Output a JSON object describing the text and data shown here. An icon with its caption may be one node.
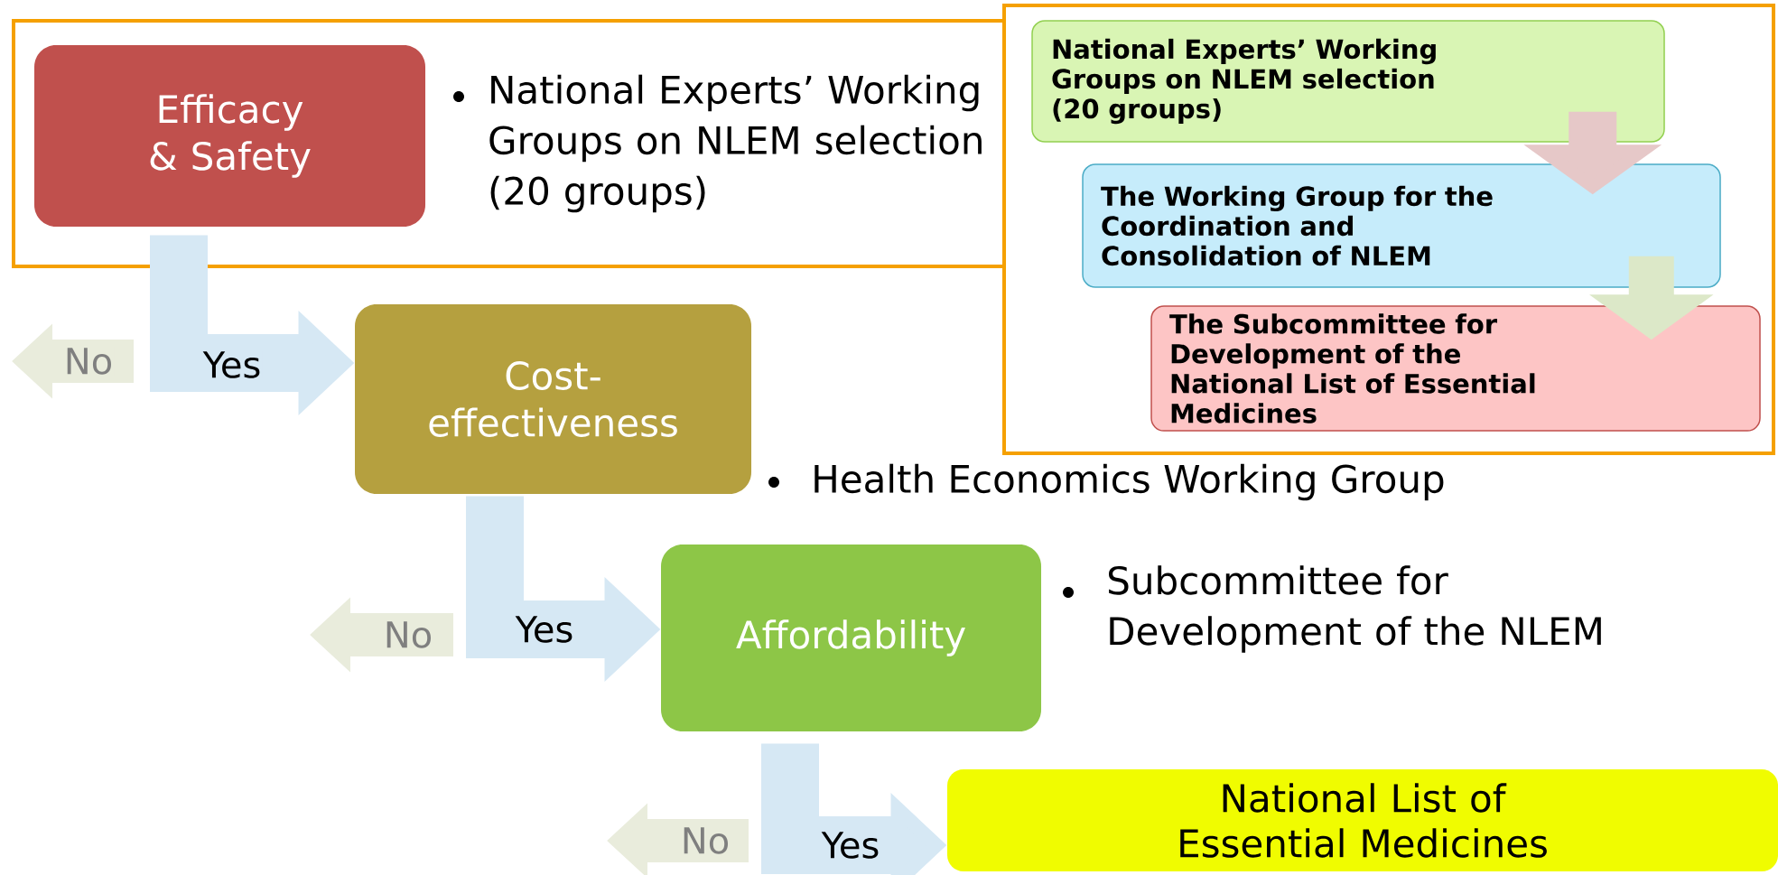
{
  "diagram": {
    "nodes": [
      {
        "text": [
          "National Experts’ Working Groups on NLEM selection (20 groups)"
        ]
      },
      {
        "text": [
          "Efficacy & Safety"
        ],
        "in": 0
      },
      {
        "text": [],
        "shape": "box"
      },
      {
        "text": [
          "National Experts’ Working Groups on NLEM selection (20 groups)"
        ],
        "in": 2
      },
      {
        "text": [
          "The Working Group for the Coordination and Consolidation of NLEM"
        ],
        "in": 2
      },
      {
        "text": [
          "The Subcommittee for Development of the National List of Essential Medicines"
        ],
        "in": 2
      },
      {
        "text": [
          "Cost-effectiveness"
        ]
      },
      {
        "text": [
          "Affordability"
        ],
        "beside": [
          "Subcommittee for Development of the NLEM"
        ]
      },
      {
        "text": [
          "National List of Essential Medicines"
        ]
      }
    ],
    "edges": [
      {
        "from": 3,
        "to": 4,
        "arrow": "to",
        "color": "#e6c8c8"
      },
      {
        "from": 4,
        "to": 5,
        "arrow": "to",
        "color": "#dce8c8"
      },
      {
        "from": 1,
        "to": 6,
        "arrow": "to",
        "label": "Yes"
      },
      {
        "from": 6,
        "to": 7,
        "arrow": "to",
        "label": "Yes"
      },
      {
        "from": 7,
        "to": 8,
        "arrow": "to",
        "label": "Yes"
      }
    ],
    "labels": [
      "No",
      "Health Economics Working Group",
      "No",
      "No"
    ]
  }
}
